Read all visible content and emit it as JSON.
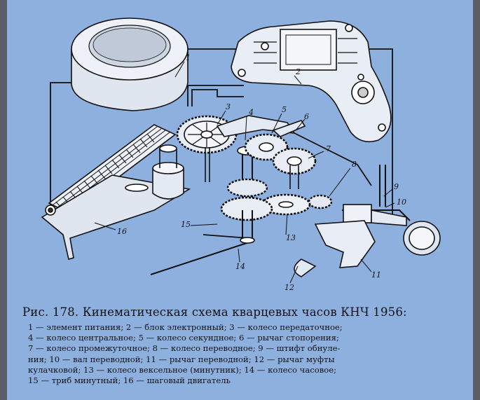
{
  "figure": {
    "caption_title": "Рис. 178. Кинематическая схема кварцевых часов КНЧ 1956:",
    "legend_lines": [
      "1 — элемент питания; 2 — блок электронный; 3 — колесо передаточное;",
      "4 — колесо центральное; 5 — колесо секундное; 6 — рычаг стопорения;",
      "7 — колесо промежуточное; 8 — колесо переводное; 9 — штифт обнуле-",
      "ния; 10 — вал переводной; 11 — рычаг переводной; 12 — рычаг муфты",
      "кулачковой; 13 — колесо вексельное (минутник); 14 — колесо часовое;",
      "15 — триб минутный; 16 — шаговый двигатель"
    ],
    "callouts": [
      "1",
      "2",
      "3",
      "4",
      "5",
      "6",
      "7",
      "8",
      "9",
      "10",
      "11",
      "12",
      "13",
      "14",
      "15",
      "16"
    ]
  },
  "colors": {
    "background": "#8eb0df",
    "ink": "#111111",
    "frame": "#5a5e66"
  }
}
